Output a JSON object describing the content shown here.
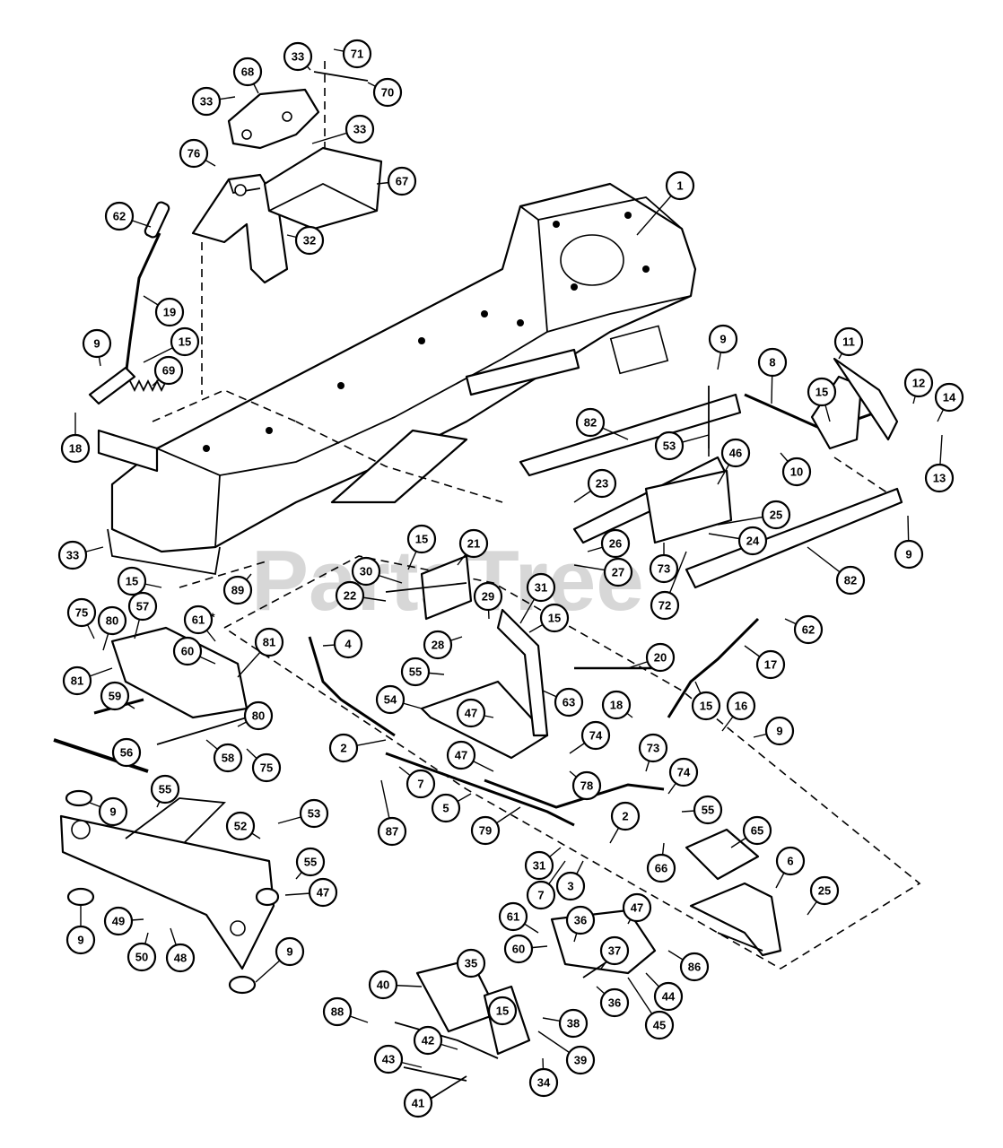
{
  "diagram": {
    "watermark": "PartsTree",
    "part_numbers": [
      "1",
      "2",
      "3",
      "4",
      "5",
      "6",
      "7",
      "8",
      "9",
      "10",
      "11",
      "12",
      "13",
      "14",
      "15",
      "16",
      "17",
      "18",
      "19",
      "20",
      "21",
      "22",
      "23",
      "24",
      "25",
      "26",
      "27",
      "28",
      "29",
      "30",
      "31",
      "32",
      "33",
      "34",
      "35",
      "36",
      "37",
      "38",
      "39",
      "40",
      "41",
      "42",
      "43",
      "44",
      "45",
      "46",
      "47",
      "48",
      "49",
      "50",
      "52",
      "53",
      "54",
      "55",
      "56",
      "57",
      "58",
      "59",
      "60",
      "61",
      "62",
      "63",
      "65",
      "66",
      "67",
      "68",
      "69",
      "70",
      "71",
      "72",
      "73",
      "74",
      "75",
      "76",
      "78",
      "79",
      "80",
      "81",
      "82",
      "86",
      "87",
      "88",
      "89"
    ],
    "annotations": [
      "*"
    ]
  }
}
